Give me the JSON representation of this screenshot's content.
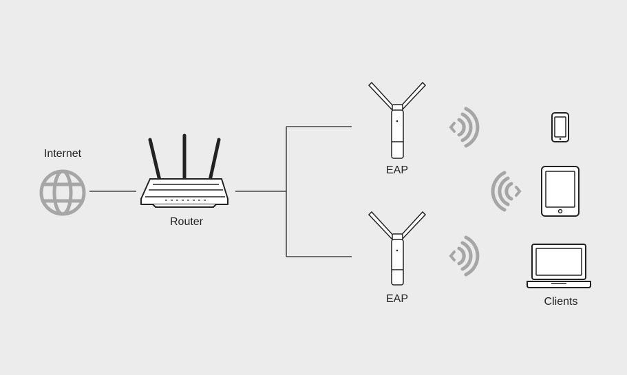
{
  "labels": {
    "internet": "Internet",
    "router": "Router",
    "eap_top": "EAP",
    "eap_bottom": "EAP",
    "clients": "Clients"
  },
  "colors": {
    "background": "#ececec",
    "line": "#222222",
    "device_fill": "#ffffff",
    "icon_gray": "#a6a6a6"
  }
}
